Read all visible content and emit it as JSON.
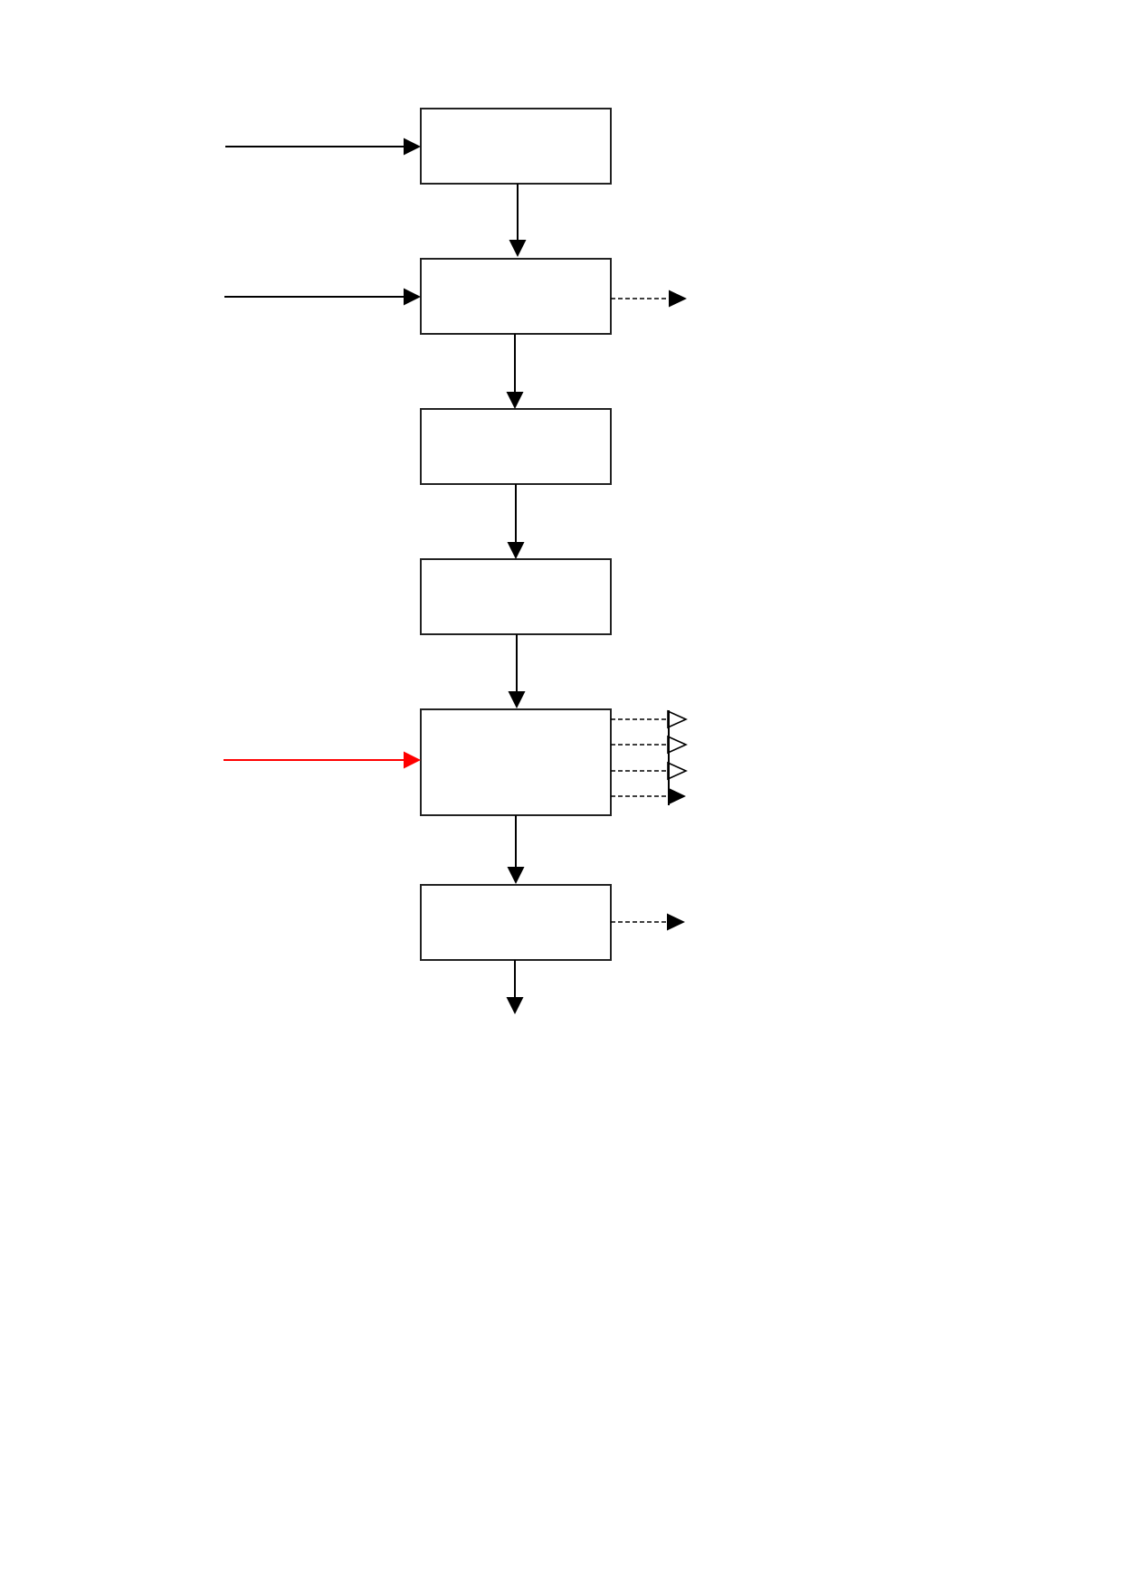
{
  "diagram": {
    "type": "flowchart",
    "orientation": "vertical",
    "boxes": [
      {
        "id": "box-1",
        "label": ""
      },
      {
        "id": "box-2",
        "label": ""
      },
      {
        "id": "box-3",
        "label": ""
      },
      {
        "id": "box-4",
        "label": ""
      },
      {
        "id": "box-5",
        "label": ""
      },
      {
        "id": "box-6",
        "label": ""
      }
    ],
    "connections": [
      {
        "from": "box-1",
        "to": "box-2",
        "style": "solid"
      },
      {
        "from": "box-2",
        "to": "box-3",
        "style": "solid"
      },
      {
        "from": "box-3",
        "to": "box-4",
        "style": "solid"
      },
      {
        "from": "box-4",
        "to": "box-5",
        "style": "solid"
      },
      {
        "from": "box-5",
        "to": "box-6",
        "style": "solid"
      },
      {
        "from": "box-6",
        "to": "exit",
        "style": "solid"
      }
    ],
    "inputs": [
      {
        "to": "box-1",
        "style": "solid",
        "color": "#000000"
      },
      {
        "to": "box-2",
        "style": "solid",
        "color": "#000000"
      },
      {
        "to": "box-5",
        "style": "solid",
        "color": "#ff0000"
      }
    ],
    "outputs": [
      {
        "from": "box-2",
        "style": "dashed",
        "head": "filled"
      },
      {
        "from": "box-5",
        "style": "dashed",
        "head": "open"
      },
      {
        "from": "box-5",
        "style": "dashed",
        "head": "open"
      },
      {
        "from": "box-5",
        "style": "dashed",
        "head": "open"
      },
      {
        "from": "box-5",
        "style": "dashed",
        "head": "filled"
      },
      {
        "from": "box-6",
        "style": "dashed",
        "head": "filled"
      }
    ]
  },
  "colors": {
    "stroke": "#000000",
    "highlight": "#ff0000",
    "background": "#ffffff"
  }
}
